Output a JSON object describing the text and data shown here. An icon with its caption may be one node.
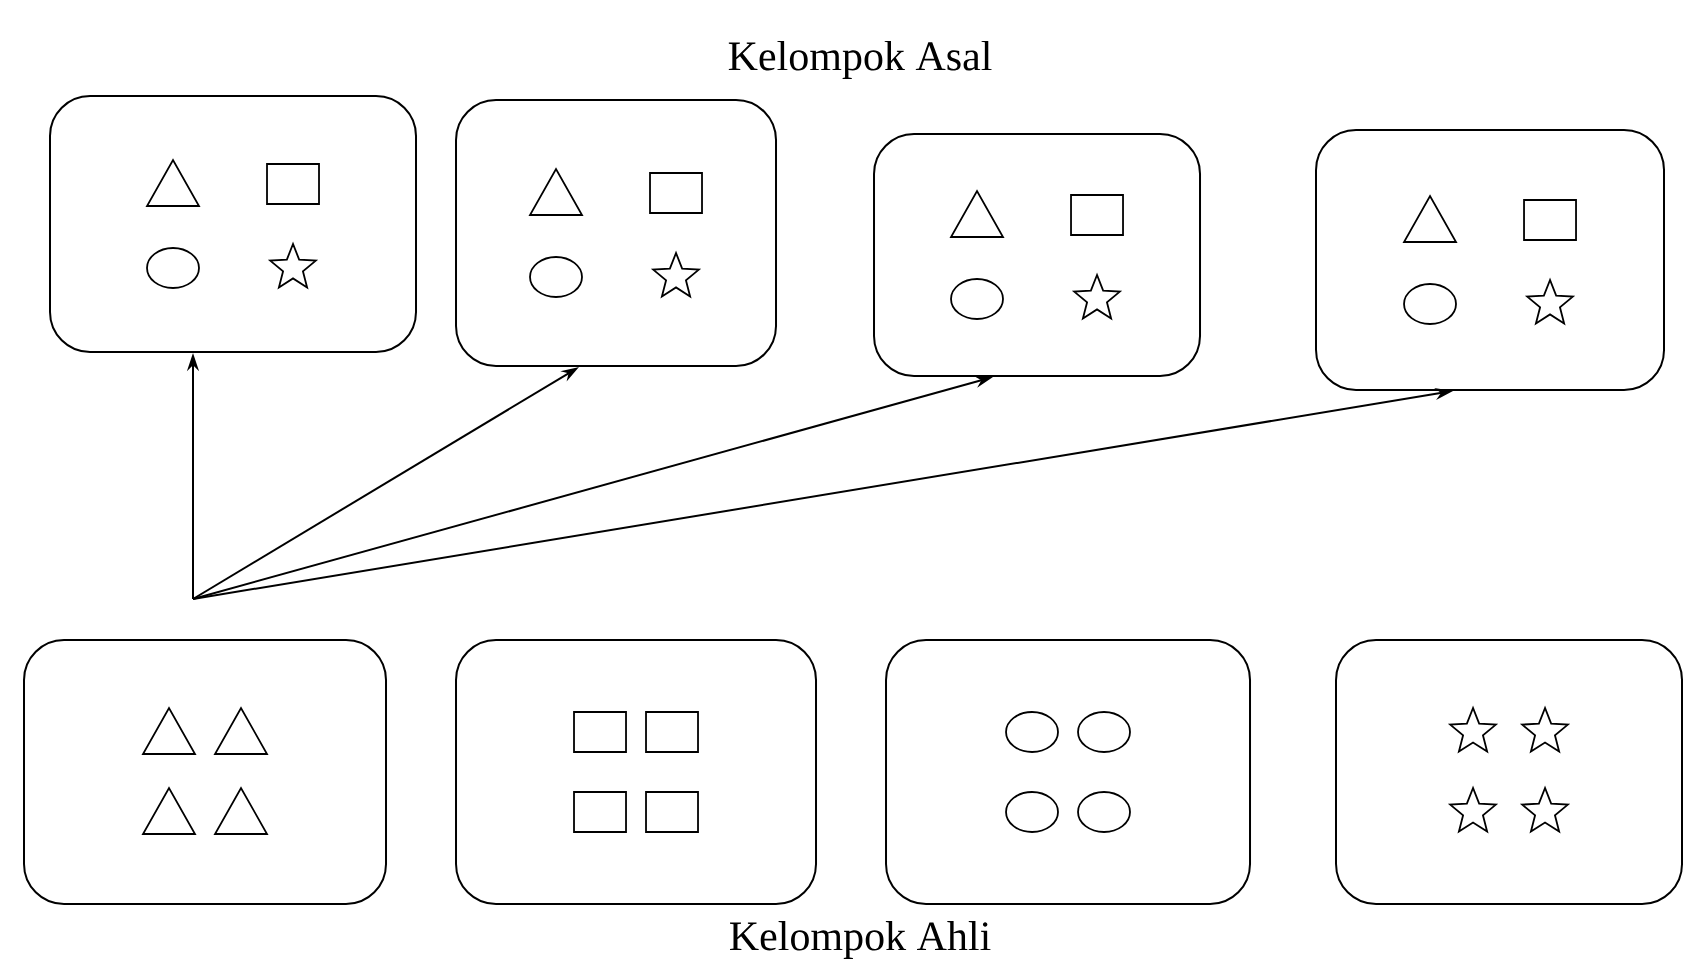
{
  "diagram": {
    "title": "Kelompok Asal",
    "caption": "Kelompok Ahli",
    "nodes": [
      {
        "text": [],
        "shape": "box"
      },
      {
        "text": [],
        "shape": "box"
      },
      {
        "text": [],
        "shape": "box"
      },
      {
        "text": [],
        "shape": "box"
      },
      {
        "text": [],
        "shape": "box"
      },
      {
        "text": [],
        "shape": "box"
      },
      {
        "text": [],
        "shape": "box"
      },
      {
        "text": [],
        "shape": "box"
      }
    ],
    "edges": [
      {
        "from": 4,
        "to": 0,
        "arrow": "to"
      },
      {
        "from": 4,
        "to": 1,
        "arrow": "to"
      },
      {
        "from": 4,
        "to": 2,
        "arrow": "to"
      },
      {
        "from": 4,
        "to": 3,
        "arrow": "to"
      }
    ]
  }
}
